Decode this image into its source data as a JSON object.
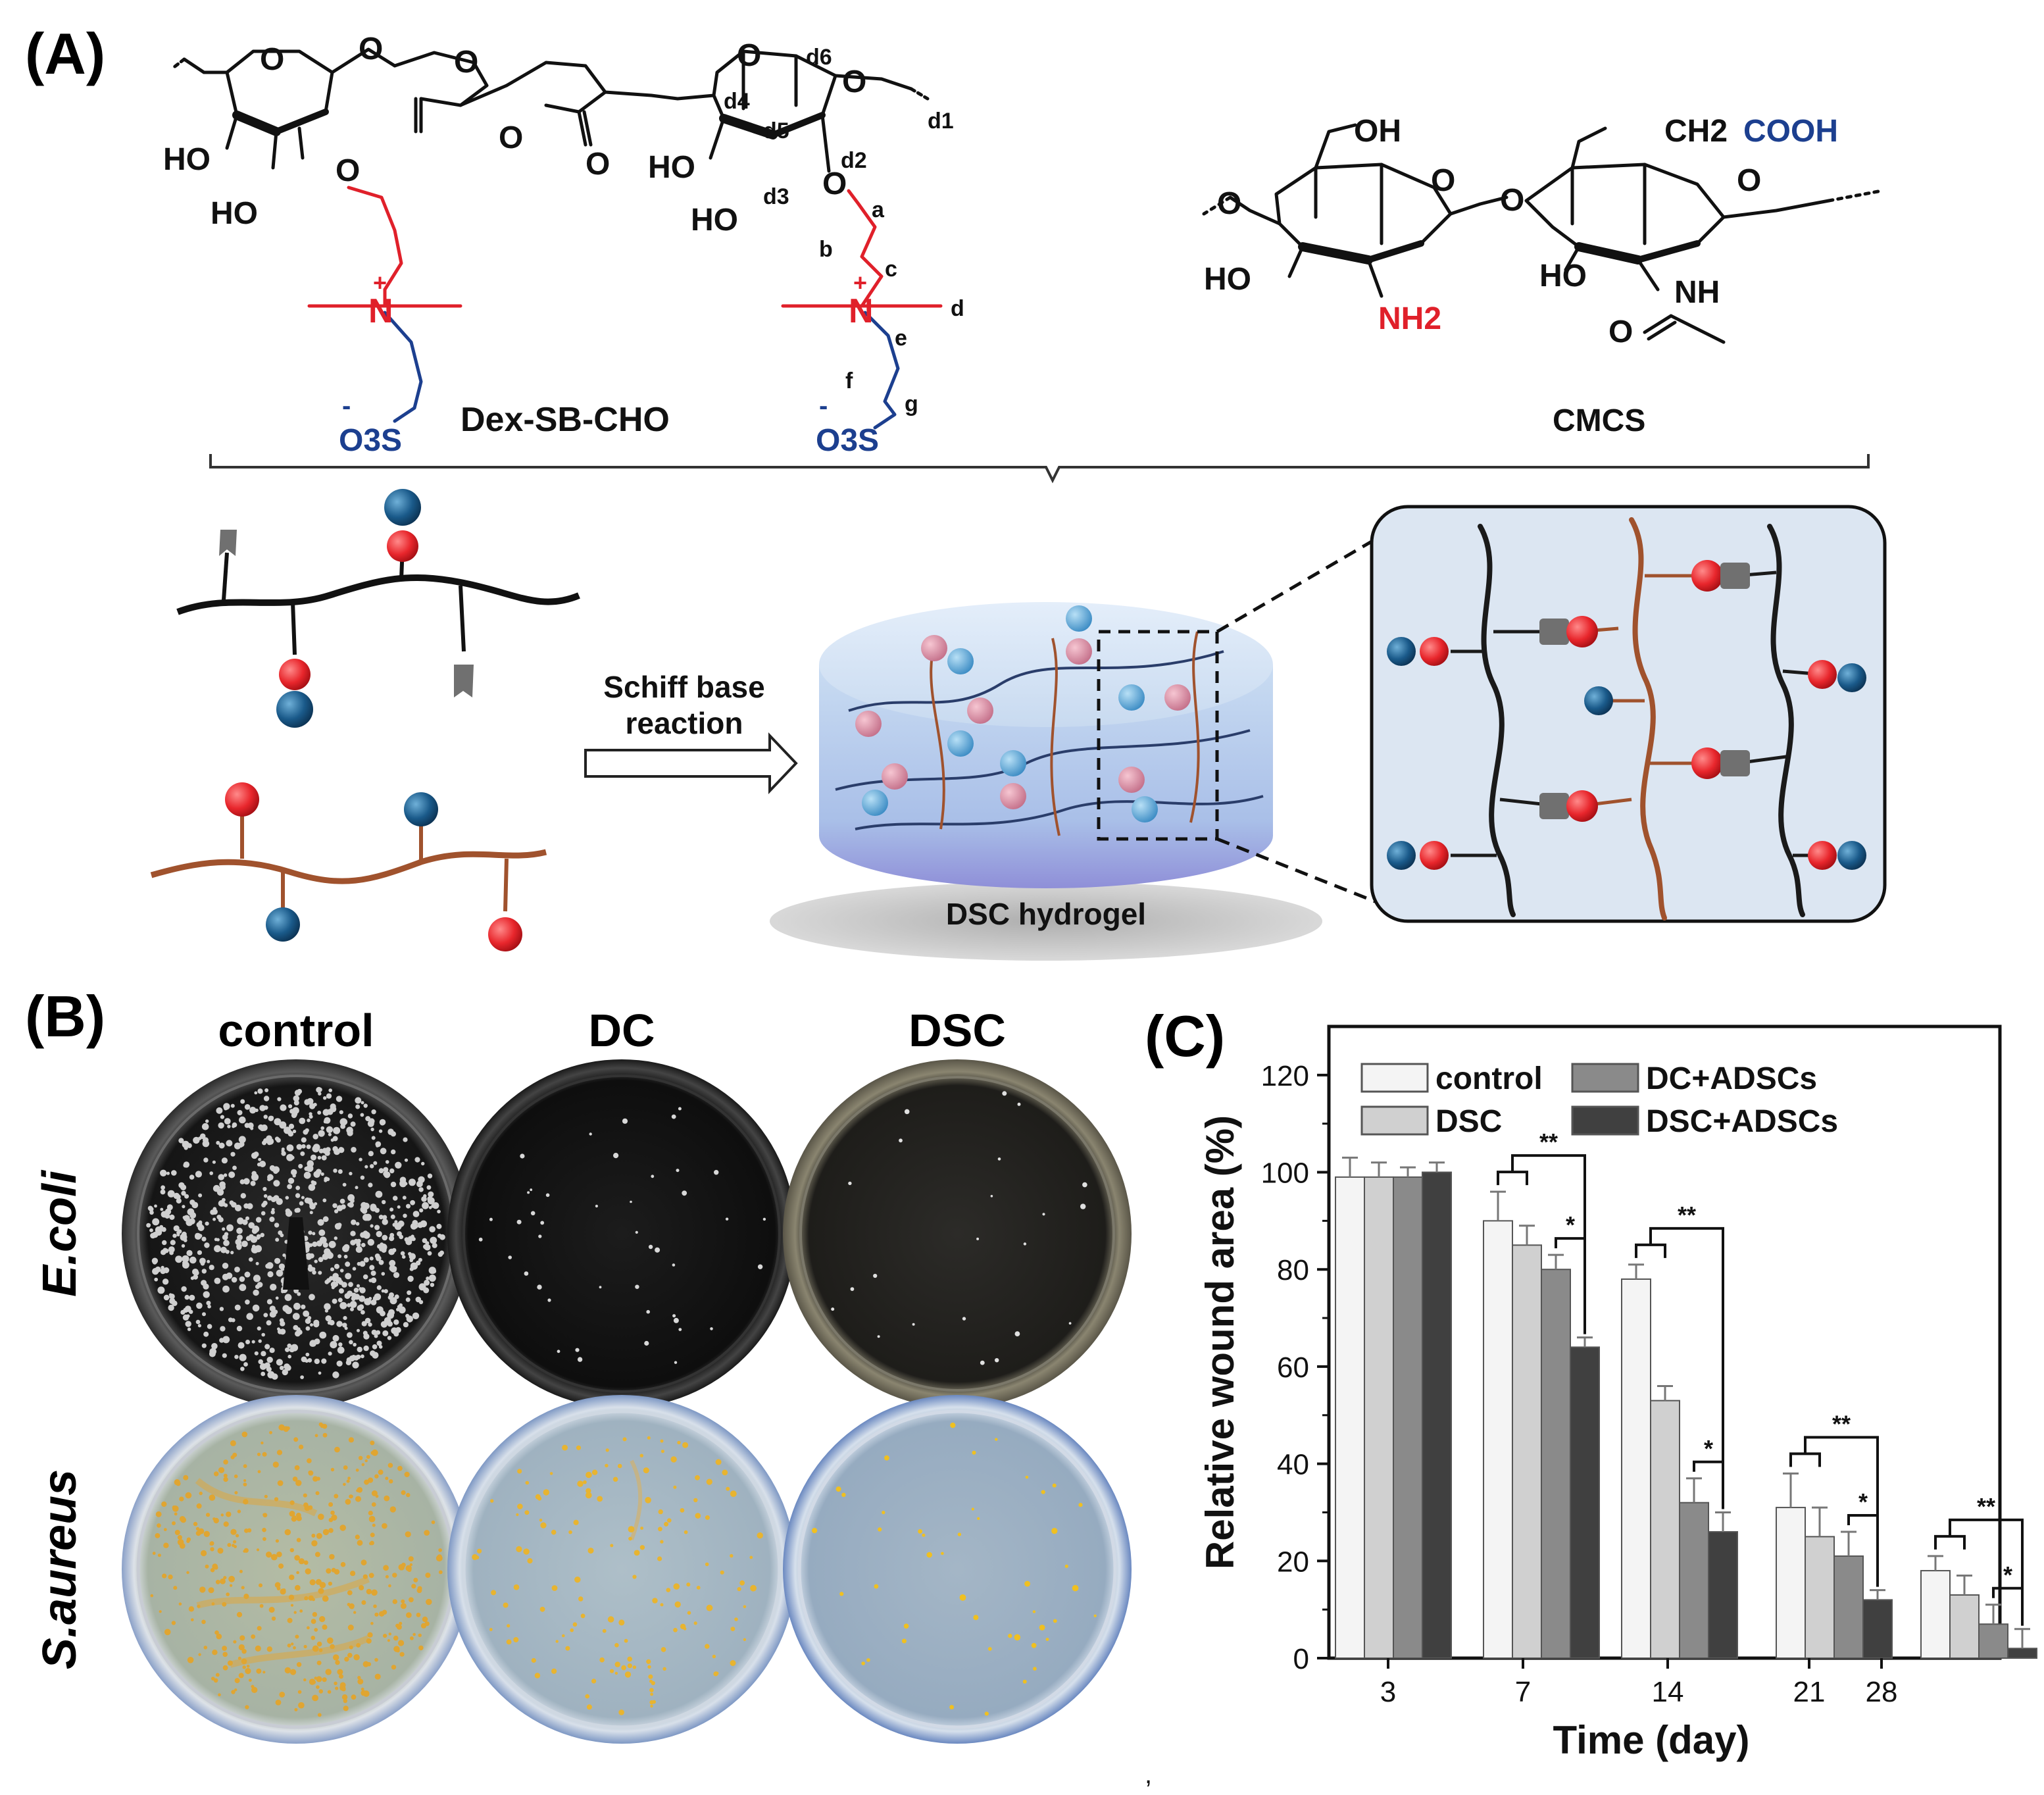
{
  "panels": {
    "a_label": "(A)",
    "b_label": "(B)",
    "c_label": "(C)"
  },
  "panel_a": {
    "dex_name": "Dex-SB-CHO",
    "cmcs_name": "CMCS",
    "reaction_line1": "Schiff base",
    "reaction_line2": "reaction",
    "hydrogel_label": "DSC hydrogel",
    "dex_groups": {
      "ho": "HO",
      "o": "O",
      "nplus": "N",
      "plus": "+",
      "o3s": "O3S",
      "minus": "-",
      "atoms": [
        "a",
        "b",
        "c",
        "d",
        "e",
        "f",
        "g",
        "d1",
        "d2",
        "d3",
        "d4",
        "d5",
        "d6"
      ]
    },
    "cmcs_groups": {
      "oh": "OH",
      "ho": "HO",
      "nh2": "NH2",
      "nh": "NH",
      "ch2": "CH2",
      "cooh": "COOH",
      "o": "O"
    },
    "colors": {
      "cation": "#e8262c",
      "anion": "#1a5a8a",
      "dextran_chain": "#1a1a1a",
      "cmcs_chain": "#a0522d",
      "red_linker": "#e0202a",
      "blue_linker": "#1c3f8f"
    }
  },
  "panel_b": {
    "columns": [
      "control",
      "DC",
      "DSC"
    ],
    "rows": [
      "E.coli",
      "S.aureus"
    ]
  },
  "chart_data": {
    "type": "bar",
    "categories": [
      "3",
      "7",
      "14",
      "21",
      "28"
    ],
    "series": [
      {
        "name": "control",
        "values": [
          99,
          90,
          78,
          31,
          18
        ],
        "errors": [
          4,
          6,
          3,
          7,
          3
        ],
        "color": "#f4f4f4"
      },
      {
        "name": "DSC",
        "values": [
          99,
          85,
          53,
          25,
          13
        ],
        "errors": [
          3,
          4,
          3,
          6,
          4
        ],
        "color": "#d0d0d0"
      },
      {
        "name": "DC+ADSCs",
        "values": [
          99,
          80,
          32,
          21,
          7
        ],
        "errors": [
          2,
          3,
          5,
          5,
          4
        ],
        "color": "#8a8a8a"
      },
      {
        "name": "DSC+ADSCs",
        "values": [
          100,
          64,
          26,
          12,
          2
        ],
        "errors": [
          2,
          2,
          4,
          2,
          4
        ],
        "color": "#404040"
      }
    ],
    "xlabel": "Time (day)",
    "ylabel": "Relative wound area (%)",
    "ylim": [
      0,
      130
    ],
    "yticks": [
      "0",
      "20",
      "40",
      "60",
      "80",
      "100",
      "120"
    ],
    "legend_position": "top",
    "significance": [
      {
        "category": "7",
        "marks": [
          "**",
          "*"
        ]
      },
      {
        "category": "14",
        "marks": [
          "**",
          "*"
        ]
      },
      {
        "category": "21",
        "marks": [
          "**",
          "*"
        ]
      },
      {
        "category": "28",
        "marks": [
          "**",
          "*"
        ]
      }
    ]
  },
  "footnote": ","
}
